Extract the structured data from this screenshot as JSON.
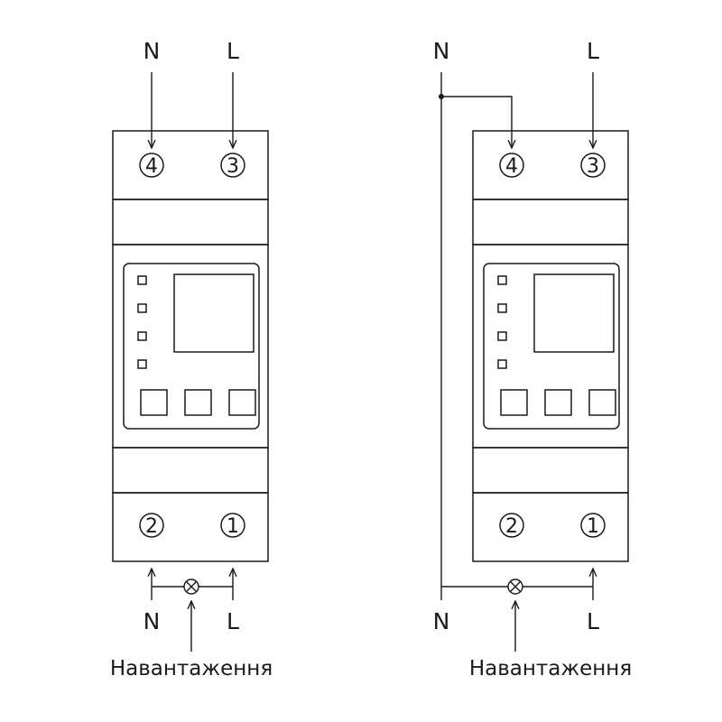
{
  "diagrams": [
    {
      "top_left_label": "N",
      "top_right_label": "L",
      "bottom_left_label": "N",
      "bottom_right_label": "L",
      "load_label": "Навантаження",
      "terminals": {
        "t4": "4",
        "t3": "3",
        "t2": "2",
        "t1": "1"
      }
    },
    {
      "top_left_label": "N",
      "top_right_label": "L",
      "bottom_left_label": "N",
      "bottom_right_label": "L",
      "load_label": "Навантаження",
      "terminals": {
        "t4": "4",
        "t3": "3",
        "t2": "2",
        "t1": "1"
      }
    }
  ],
  "colors": {
    "line": "#1a1a1a",
    "fill": "#ffffff"
  }
}
